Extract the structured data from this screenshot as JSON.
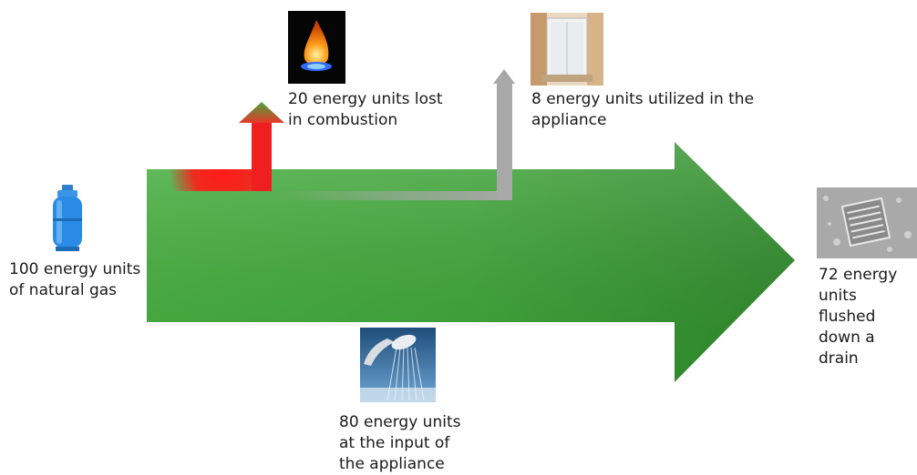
{
  "diagram": {
    "source_label": "100 energy units\nof natural gas",
    "combustion_label": "20 energy units lost\nin combustion",
    "utilized_label": "8 energy units utilized in the\nappliance",
    "input_label": "80 energy units\nat the input of\nthe appliance",
    "drain_label": "72 energy\nunits flushed\ndown a drain",
    "flows": [
      {
        "name": "natural gas",
        "value": 100
      },
      {
        "name": "lost in combustion",
        "value": 20
      },
      {
        "name": "input of the appliance",
        "value": 80
      },
      {
        "name": "utilized in the appliance",
        "value": 8
      },
      {
        "name": "flushed down a drain",
        "value": 72
      }
    ],
    "icons": [
      "gas-cylinder-icon",
      "gas-flame-icon",
      "shower-cabin-icon",
      "shower-head-icon",
      "drain-icon"
    ],
    "colors": {
      "main_flow": "#3a9e34",
      "combustion_loss": "#ee1c1c",
      "utilized": "#a6a6a6"
    }
  }
}
